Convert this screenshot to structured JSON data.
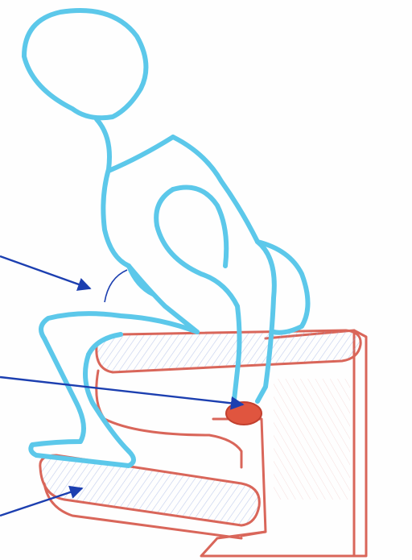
{
  "figure": {
    "subject": "seated-figure-on-chair-sketch",
    "colors": {
      "figure_outline": "#5cc8ea",
      "chair_outline": "#d9665a",
      "arrow": "#1c3fb0",
      "hatch_blue": "#8fa3dc",
      "hatch_red": "#e7a3a0",
      "hand_fill": "#e0553f"
    },
    "arrows": [
      {
        "id": "arrow-hip-angle",
        "target": "hip-angle-arc"
      },
      {
        "id": "arrow-hand-rest",
        "target": "hand-on-armrest"
      },
      {
        "id": "arrow-footrest",
        "target": "footrest"
      }
    ]
  }
}
